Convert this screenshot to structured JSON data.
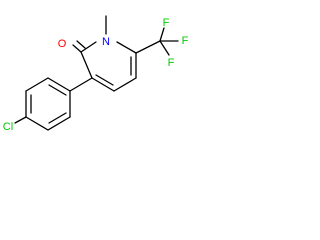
{
  "molecule": {
    "atoms": {
      "oxygen": {
        "symbol": "O",
        "color": "#ff0000"
      },
      "nitrogen": {
        "symbol": "N",
        "color": "#0000ff"
      },
      "fluorine_top": {
        "symbol": "F",
        "color": "#00cc00"
      },
      "fluorine_right": {
        "symbol": "F",
        "color": "#00cc00"
      },
      "fluorine_bottom": {
        "symbol": "F",
        "color": "#00cc00"
      },
      "chlorine": {
        "symbol": "Cl",
        "color": "#00cc00"
      }
    },
    "bond_color": "#000000"
  }
}
